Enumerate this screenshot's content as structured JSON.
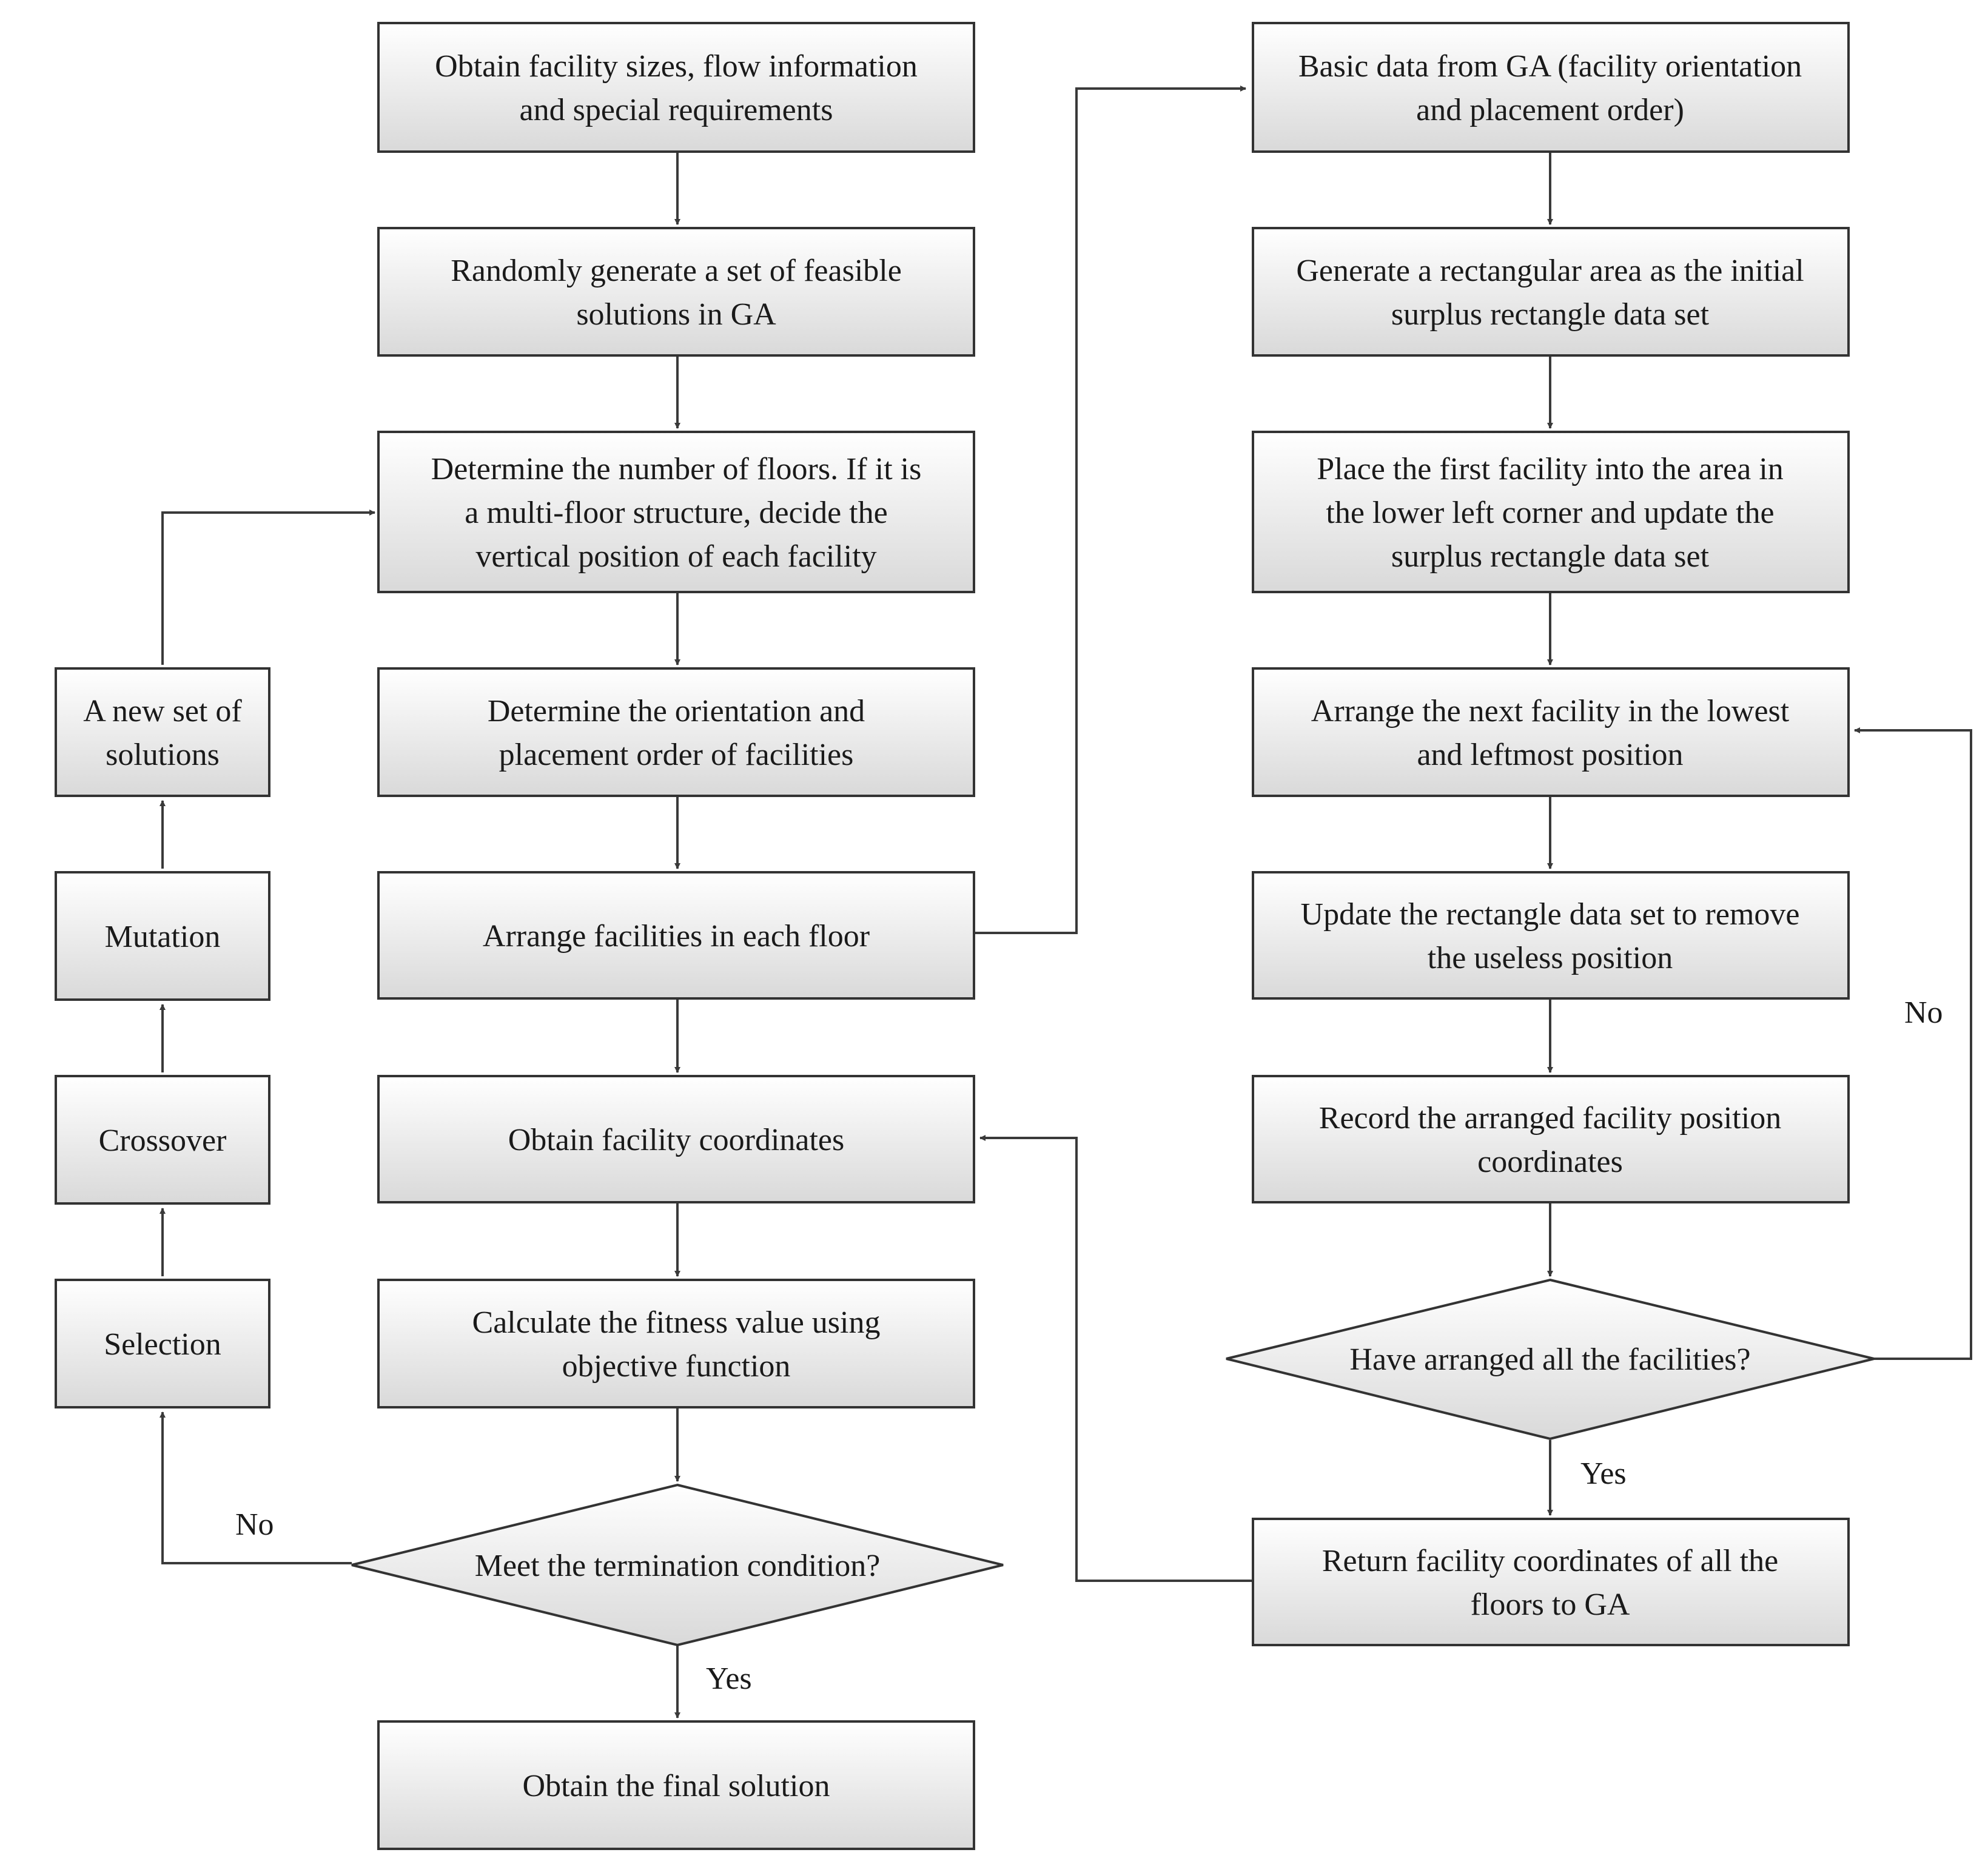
{
  "nodes": {
    "obtain_info": [
      "Obtain facility sizes, flow information",
      "and special requirements"
    ],
    "random_generate": [
      "Randomly generate a set of feasible",
      "solutions in GA"
    ],
    "determine_floors": [
      "Determine the number of floors. If it is",
      "a multi-floor structure, decide the",
      "vertical position of each facility"
    ],
    "determine_orientation": [
      "Determine the orientation and",
      "placement order of facilities"
    ],
    "arrange_each_floor": [
      "Arrange facilities in each floor"
    ],
    "obtain_coordinates": [
      "Obtain facility coordinates"
    ],
    "calculate_fitness": [
      "Calculate the fitness value using",
      "objective function"
    ],
    "termination": [
      "Meet the termination condition?"
    ],
    "final_solution": [
      "Obtain the final solution"
    ],
    "new_set": [
      "A new set of",
      "solutions"
    ],
    "mutation": [
      "Mutation"
    ],
    "crossover": [
      "Crossover"
    ],
    "selection": [
      "Selection"
    ],
    "basic_data": [
      "Basic data from GA (facility orientation",
      "and placement order)"
    ],
    "generate_area": [
      "Generate a rectangular area as the initial",
      "surplus rectangle data set"
    ],
    "place_first": [
      "Place the first facility into the area in",
      "the lower left corner and update the",
      "surplus rectangle data set"
    ],
    "arrange_next": [
      "Arrange the next facility in the lowest",
      "and leftmost position"
    ],
    "update_set": [
      "Update the rectangle data set to remove",
      "the useless position"
    ],
    "record_coords": [
      "Record the arranged facility position",
      "coordinates"
    ],
    "all_arranged": [
      "Have arranged all the facilities?"
    ],
    "return_coords": [
      "Return facility coordinates of all the",
      "floors to GA"
    ]
  },
  "edge_labels": {
    "termination_no": "No",
    "termination_yes": "Yes",
    "arranged_no": "No",
    "arranged_yes": "Yes"
  },
  "colors": {
    "box_fill_top": "#ffffff",
    "box_fill_bottom": "#d9d9d9",
    "stroke": "#333333"
  }
}
